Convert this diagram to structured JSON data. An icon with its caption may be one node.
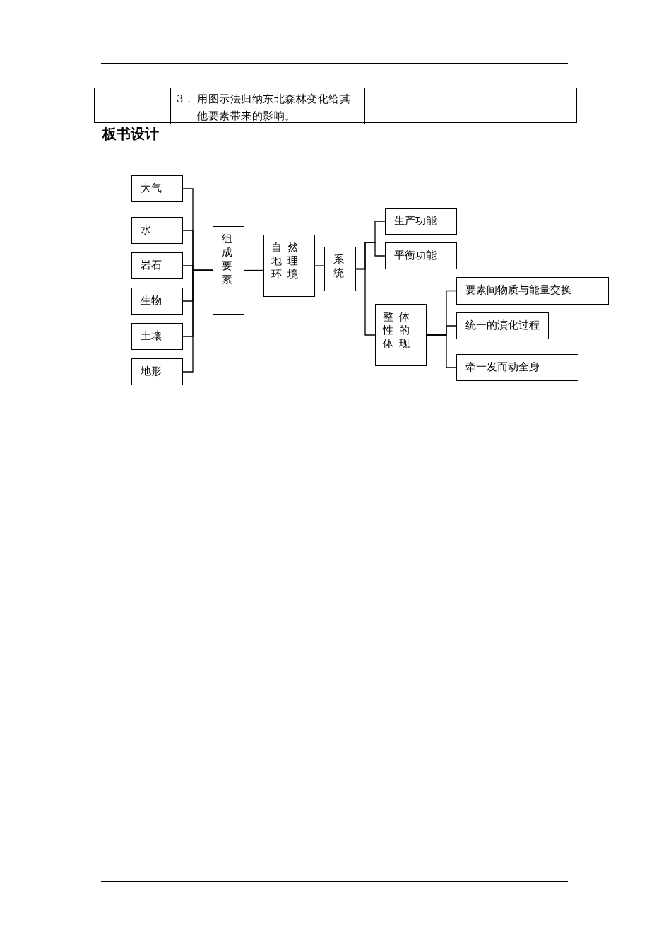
{
  "diagram": {
    "title": "板书设计",
    "nodes": [
      {
        "text": [
          "大气"
        ]
      },
      {
        "text": [
          "水"
        ]
      },
      {
        "text": [
          "岩石"
        ]
      },
      {
        "text": [
          "生物"
        ]
      },
      {
        "text": [
          "土壤"
        ]
      },
      {
        "text": [
          "地形"
        ]
      },
      {
        "text": [
          "组成要素"
        ]
      },
      {
        "text": [
          "自然地理环境"
        ]
      },
      {
        "text": [
          "系统"
        ]
      },
      {
        "text": [
          "生产功能"
        ]
      },
      {
        "text": [
          "平衡功能"
        ]
      },
      {
        "text": [
          "整体性的体现"
        ]
      },
      {
        "text": [
          "要素间物质与能量交换"
        ]
      },
      {
        "text": [
          "统一的演化过程"
        ]
      },
      {
        "text": [
          "牵一发而动全身"
        ]
      }
    ],
    "edges": [
      {
        "from": 0,
        "to": 6,
        "arrow": "none"
      },
      {
        "from": 1,
        "to": 6,
        "arrow": "none"
      },
      {
        "from": 2,
        "to": 6,
        "arrow": "none"
      },
      {
        "from": 3,
        "to": 6,
        "arrow": "none"
      },
      {
        "from": 4,
        "to": 6,
        "arrow": "none"
      },
      {
        "from": 5,
        "to": 6,
        "arrow": "none"
      },
      {
        "from": 6,
        "to": 7,
        "arrow": "none"
      },
      {
        "from": 7,
        "to": 8,
        "arrow": "none"
      },
      {
        "from": 8,
        "to": 9,
        "arrow": "none"
      },
      {
        "from": 8,
        "to": 10,
        "arrow": "none"
      },
      {
        "from": 8,
        "to": 11,
        "arrow": "none"
      },
      {
        "from": 11,
        "to": 12,
        "arrow": "none"
      },
      {
        "from": 11,
        "to": 13,
        "arrow": "none"
      },
      {
        "from": 11,
        "to": 14,
        "arrow": "none"
      }
    ],
    "labels": [
      "3．",
      "用图示法归纳东北森林变化给其他要素带来的影响。"
    ]
  }
}
